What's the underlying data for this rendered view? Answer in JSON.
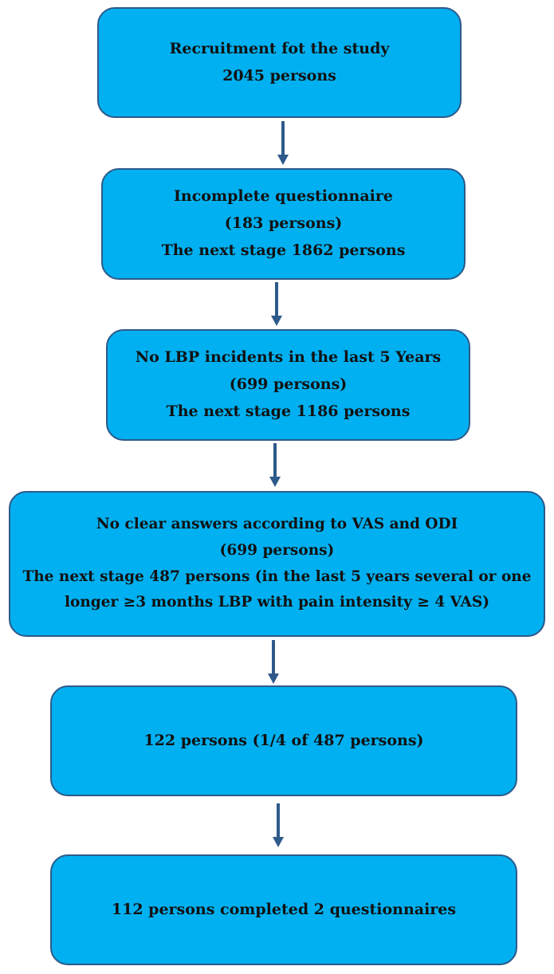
{
  "flowchart": {
    "boxes": [
      {
        "lines": [
          "Recruitment fot the study",
          "2045 persons"
        ]
      },
      {
        "lines": [
          "Incomplete questionnaire",
          "(183 persons)",
          "The next stage 1862 persons"
        ]
      },
      {
        "lines": [
          "No LBP incidents in the last 5 Years",
          "(699 persons)",
          "The next stage 1186 persons"
        ]
      },
      {
        "lines": [
          "No clear answers according to VAS and ODI",
          "(699 persons)",
          "The next stage 487 persons (in the last 5 years several or one",
          "longer ≥3 months LBP with pain intensity ≥ 4 VAS)"
        ]
      },
      {
        "lines": [
          "122 persons (1/4 of 487 persons)"
        ]
      },
      {
        "lines": [
          "112 persons completed 2 questionnaires"
        ]
      }
    ]
  },
  "colors": {
    "box_fill": "#00b0f0",
    "box_border": "#2e5a8a",
    "arrow": "#2e5a8a",
    "text": "#111111"
  }
}
